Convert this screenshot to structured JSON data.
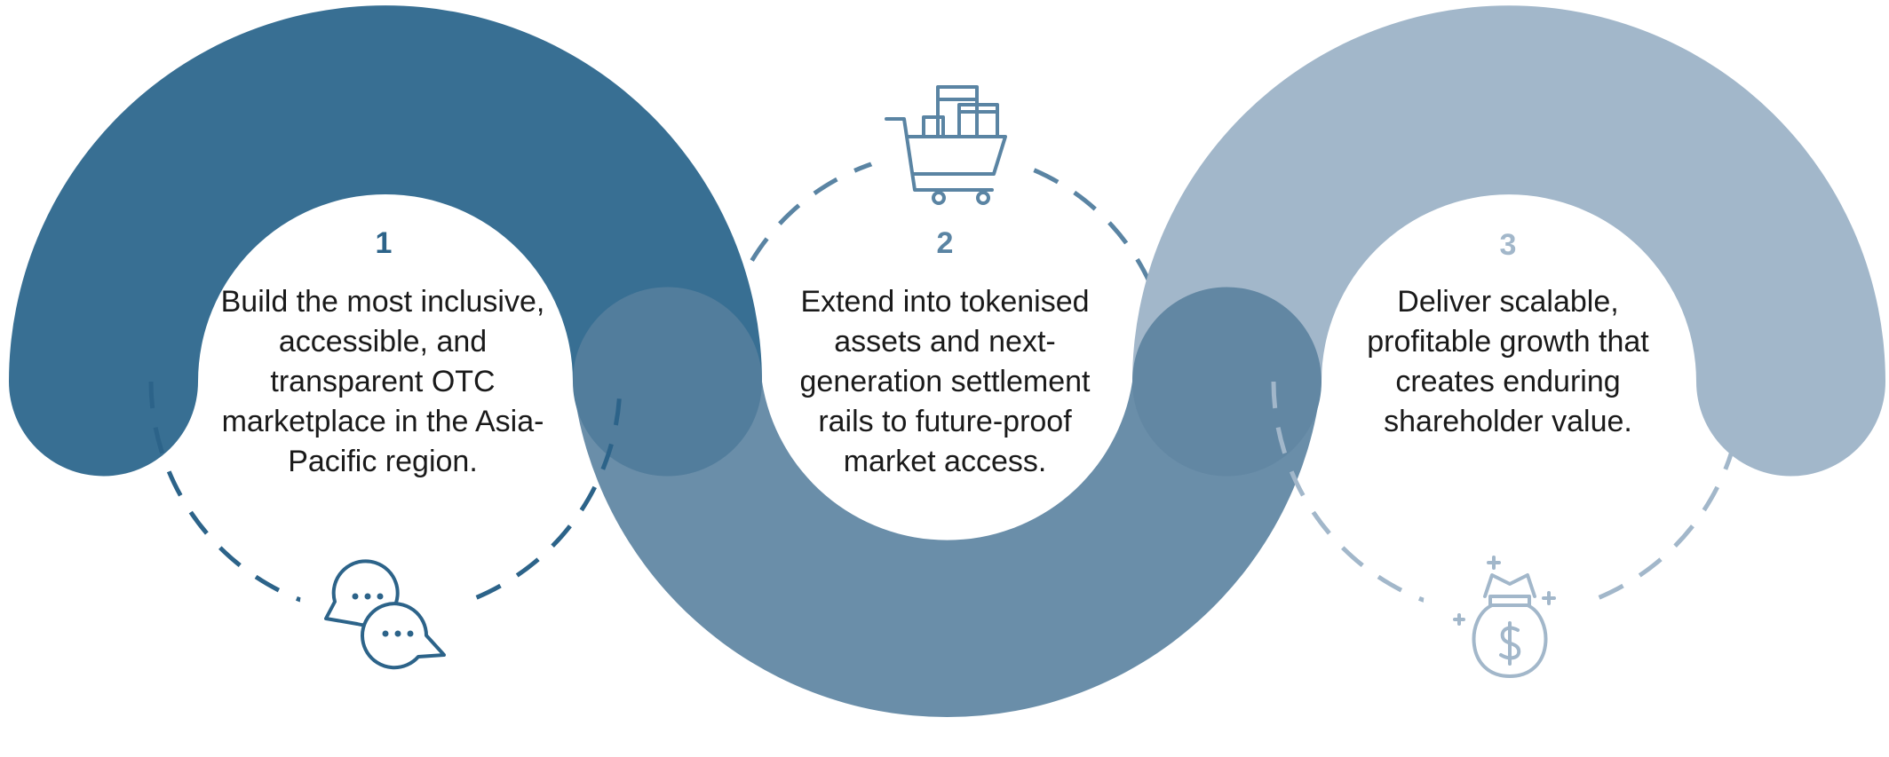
{
  "colors": {
    "dark": "#386f93",
    "mid": "#6a8ea9",
    "light": "#a2b7ca",
    "overlap_dark": "#527d9c",
    "overlap_light": "#6287a3",
    "step1_num": "#2c6389",
    "step2_num": "#5a84a3",
    "step3_num": "#a2b7ca"
  },
  "steps": [
    {
      "number": "1",
      "text": "Build the most inclusive, accessible, and transparent OTC marketplace in the Asia-Pacific region.",
      "icon": "chat-bubbles-icon"
    },
    {
      "number": "2",
      "text": "Extend into tokenised assets and next-generation settlement rails to future-proof market access.",
      "icon": "shopping-cart-icon"
    },
    {
      "number": "3",
      "text": "Deliver scalable, profitable growth that creates enduring shareholder value.",
      "icon": "money-bag-icon"
    }
  ]
}
